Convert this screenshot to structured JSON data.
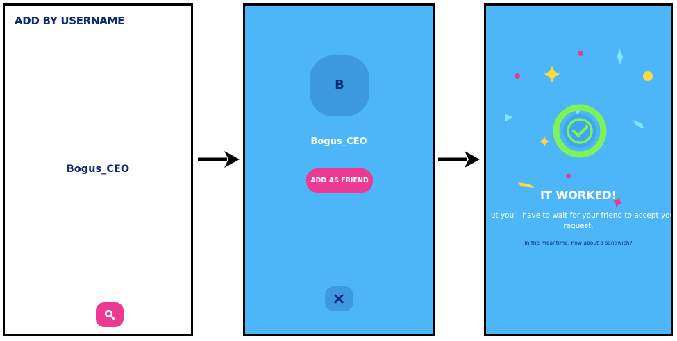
{
  "panel1": {
    "title": "ADD BY USERNAME",
    "username": "Bogus_CEO",
    "search_icon": "search-icon"
  },
  "panel2": {
    "avatar_letter": "B",
    "username": "Bogus_CEO",
    "add_button_label": "ADD AS FRIEND",
    "close_icon": "close-icon"
  },
  "panel3": {
    "title": "IT WORKED!",
    "message_line1": "ut you'll have to wait for your friend to accept you",
    "message_line2": "request.",
    "subtext": "In the meantime, how about a sandwich?",
    "success_icon": "check-circle-icon"
  },
  "colors": {
    "navy": "#0d2a7a",
    "pink": "#ec3a93",
    "sky": "#4db6f8",
    "sky_dark": "#3d9ae0",
    "green": "#7ff25a",
    "yellow": "#ffd93d",
    "cyan": "#7fe7ff"
  },
  "arrows": [
    "right-arrow-icon",
    "right-arrow-icon"
  ]
}
